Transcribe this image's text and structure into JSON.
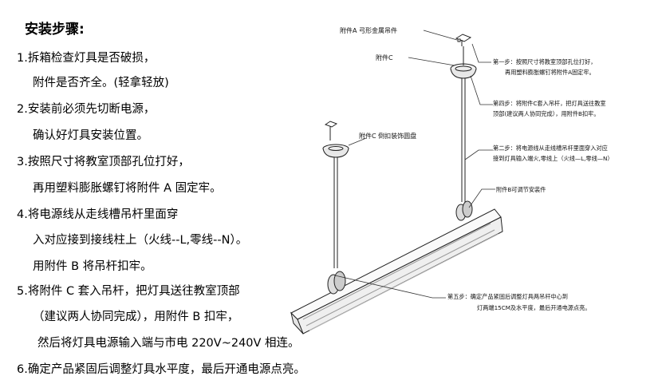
{
  "title": "安装步骤:",
  "steps": [
    "1.拆箱检查灯具是否破损，",
    "附件是否齐全。(轻拿轻放)",
    "2.安装前必须先切断电源，",
    "确认好灯具安装位置。",
    "3.按照尺寸将教室顶部孔位打好，",
    "再用塑料膨胀螺钉将附件 A 固定牢。",
    "4.将电源线从走线槽吊杆里面穿",
    "入对应接到接线柱上（火线--L,零线--N）。",
    "用附件 B 将吊杆扣牢。",
    "5.将附件 C 套入吊杆，把灯具送往教室顶部",
    "（建议两人协同完成），用附件 B 扣牢，",
    "然后将灯具电源输入端与市电 220V~240V 相连。",
    "6.确定产品紧固后调整灯具水平度，最后开通电源点亮。"
  ],
  "diagram": {
    "label_a": "附件A 弓形金属吊件",
    "label_c": "附件C",
    "label_c_disc": "附件C 倒扣装饰圆盘",
    "label_b": "附件B可调节安装件",
    "note_step1_l1": "第一步：按照尺寸将教室顶部孔位打好，",
    "note_step1_l2": "再用塑料膨胀螺钉将附件A固定牢。",
    "note_step4_l1": "第四步：将附件C套入吊杆，把灯具送往教室",
    "note_step4_l2": "顶部(建议两人协同完成），用附件B扣牢。",
    "note_step2_l1": "第二步：将电源线从走线槽吊杆里面穿入对应",
    "note_step2_l2": "接到灯具输入端火,零线上（火线—L,零线—N）",
    "note_step5_l1": "第五步：确定产品紧固后调整灯具两吊杆中心到",
    "note_step5_l2": "灯两端15CM及水平度，最后开通电源点亮。"
  }
}
